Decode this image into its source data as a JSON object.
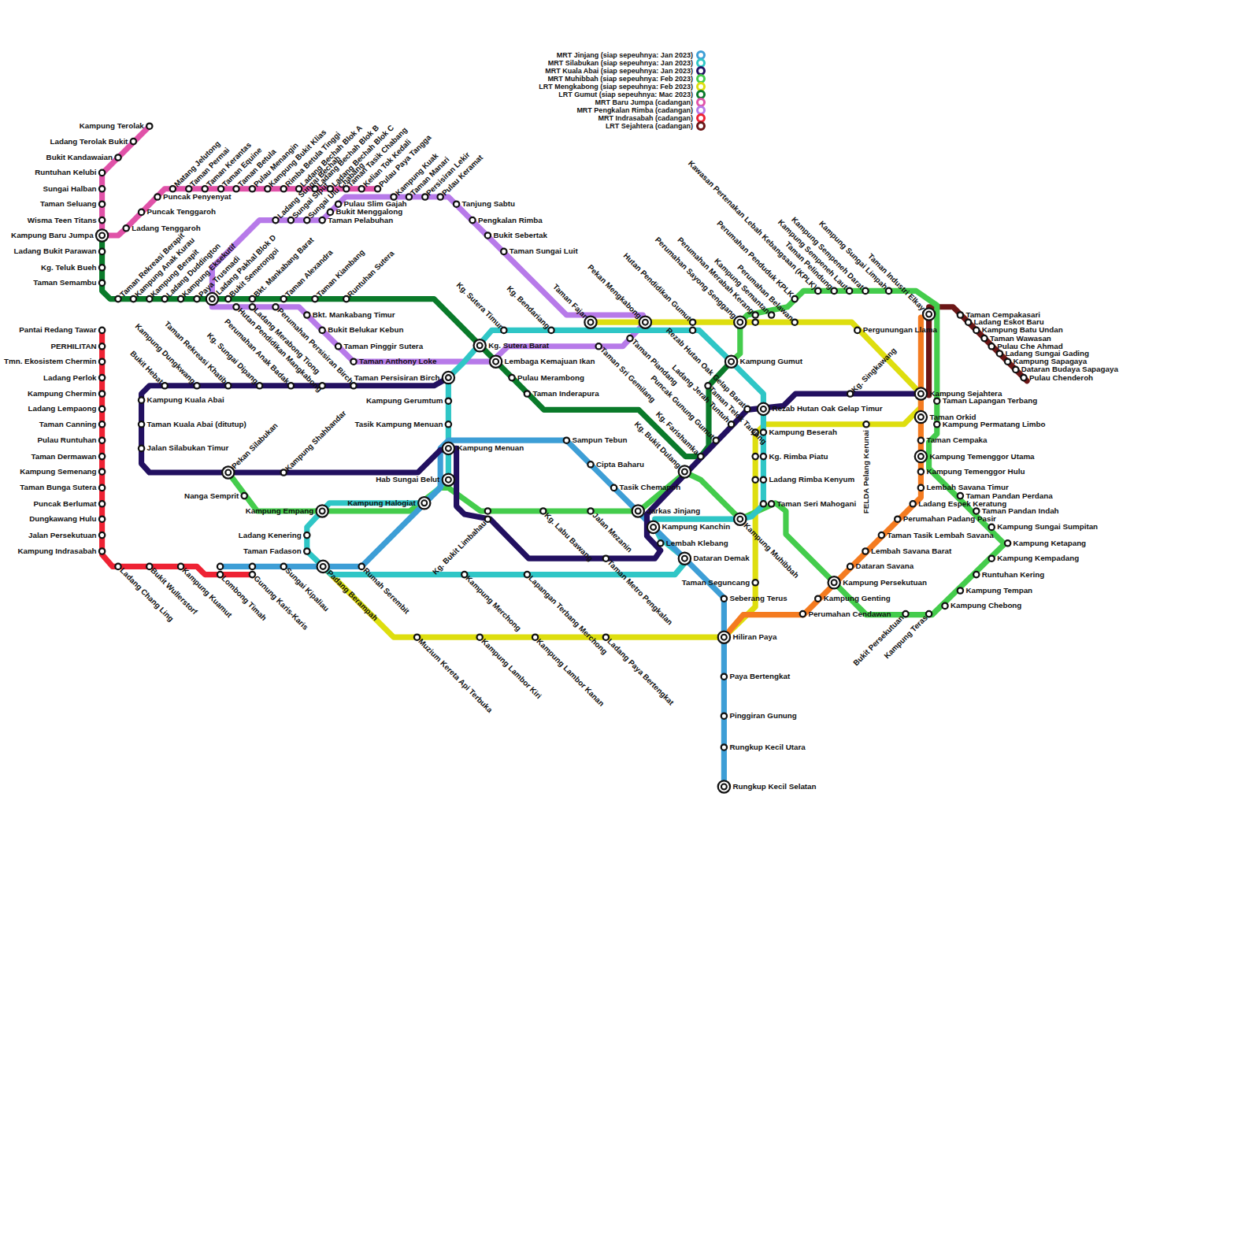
{
  "diagram": {
    "labels": [
      "Kampung Terolak",
      "Ladang Terolak Bukit",
      "Bukit Kandawaian",
      "Runtuhan Kelubi",
      "Sungai Halban",
      "Taman Seluang",
      "Wisma Teen Titans",
      "Kampung Baru Jumpa",
      "Ladang Tenggaroh",
      "Puncak Tenggaroh",
      "Puncak Penyenyat",
      "Matang Jelutong",
      "Taman Permai",
      "Taman Kerantas",
      "Taman Equine",
      "Taman Betula",
      "Pulau Menangin",
      "Kampung Bukit Klias",
      "Rimba Betula Tinggi",
      "Ladang Bechah Blok A",
      "Ladang Bechah Blok B",
      "Ladang Bechah Blok C",
      "Taman Tasik Chabang",
      "Kelian Tok Kedali",
      "Pulau Paya Tangga",
      "Ladang Sungai Bechah",
      "Sungai Siput",
      "Sungai Ulu Chabang",
      "Taman Pelabuhan",
      "Bukit Menggalong",
      "Pulau Slim Gajah",
      "Kampung Kuak",
      "Taman Manari",
      "Persisiran Lekir",
      "Pulau Keramat",
      "Tanjung Sabtu",
      "Pengkalan Rimba",
      "Bukit Sebertak",
      "Taman Sungai Luit",
      "Ladang Bukit Parawan",
      "Kg. Teluk Bueh",
      "Taman Semambu",
      "Taman Rekreasi Berapit",
      "Kampung Anak Kurau",
      "Kampung Berapit",
      "Ladang Duddington",
      "Kampung Eksekutif",
      "Paya Trusmadi",
      "Ladang Pakhal Blok D",
      "Bukit Semerongoi",
      "Bkt. Mankabang Barat",
      "Taman Alexandra",
      "Taman Kiambang",
      "Runtuhan Sutera",
      "Hutan Pendidikan Mangkabong",
      "Ladang Merabong Tiong",
      "Perumahan Persisiran Birch",
      "Bkt. Mankabang Timur",
      "Bukit Belukar Kebun",
      "Taman Pinggir Sutera",
      "Taman Anthony Loke",
      "Bukit Hebat",
      "Kampung Dungkwang",
      "Taman Rekreasi Khatib",
      "Kg. Sungai Dipang",
      "Perumahan Anak Badak",
      "Taman Persisiran Birch",
      "Kampung Kuala Abai",
      "Taman Kuala Abai (ditutup)",
      "Jalan Silabukan Timur",
      "Pekan Silabukan",
      "Kampung Shahbandar",
      "Nanga Semprit",
      "Kampung Empang",
      "Kampung Halogiat",
      "Ladang Kenering",
      "Taman Fadason",
      "Kampung Gerumtum",
      "Tasik Kampung Menuan",
      "Kampung Menuan",
      "Hab Sungai Belut",
      "Pantai Redang Tawar",
      "PERHILITAN",
      "Tmn. Ekosistem Chermin",
      "Ladang Perlok",
      "Kampung Chermin",
      "Ladang Lempaong",
      "Taman Canning",
      "Pulau Runtuhan",
      "Taman Dermawan",
      "Kampung Semenang",
      "Taman Bunga Sutera",
      "Puncak Berlumat",
      "Dungkawang Hulu",
      "Jalan Persekutuan",
      "Kampung Indrasabah",
      "Ladang Chang Ling",
      "Bukit Wullerstorf",
      "Kampung Kuamut",
      "Lombong Timah",
      "Gunung Karis-Karis",
      "Sungai Kipaliau",
      "Padang Berampah",
      "Rumah Serembit",
      "Muzium Kereta Api Terbuka",
      "Kampung Lambor Kiri",
      "Kampung Lambor Kanan",
      "Ladang Paya Bertengkat",
      "Hiliran Paya",
      "Kampung Merchong",
      "Lapangan Terbang Merchong",
      "Taman Metro Pengkalan",
      "Kg. Bukit Limbahau",
      "Kg. Labu Bawang",
      "Jalan Mezanin",
      "Jarkas Jinjang",
      "Kampung Kanchin",
      "Lembah Klebang",
      "Dataran Demak",
      "Taman Seguncang",
      "Seberang Terus",
      "Paya Bertengkat",
      "Pinggiran Gunung",
      "Rungkup Kecil Utara",
      "Rungkup Kecil Selatan",
      "Sampun Tebun",
      "Cipta Baharu",
      "Tasik Chemapoh",
      "Kg. Sutera Barat",
      "Kg. Sutera Timur",
      "Lembaga Kemajuan Ikan",
      "Pulau Merambong",
      "Taman Inderapura",
      "Kg. Bendariang",
      "Taman Fajar",
      "Pekan Mengkabong",
      "Taman Sri Gemilang",
      "Taman Piandang",
      "Hutan Pendidikan Gumut",
      "Rezab Hutan Oak Gelap Barat",
      "Taman Telok Tanjung",
      "Ladang Jerah Tuntuh",
      "Puncak Gunung Gumut",
      "Kg. Farishamka",
      "Kg. Bukit Dulang",
      "Perumahan Sayong Senggang",
      "Perumahan Merabah Kerang",
      "Kampung Semantan",
      "Perumahan Belawan",
      "Perumahan Penduduk KPLK",
      "Kawasan Pertenakan Lebah Kebangsaan (KPLK)",
      "Taman Pelindung",
      "Kampung Sempeneh Laut",
      "Kampung Sempeneh Darat",
      "Kampung Sungai Limpah",
      "Taman Industri Elkay",
      "Kampung Gumut",
      "Pergunungan Llama",
      "Kg. Singkawang",
      "Rezab Hutan Oak Gelap Timur",
      "FELDA Pelang Kerunai",
      "Kampung Beserah",
      "Kg. Rimba Piatu",
      "Ladang Rimba Kenyum",
      "Taman Seri Mahogani",
      "Kampung Muhibbah",
      "Taman Cempakasari",
      "Ladang Eskot Baru",
      "Kampung Batu Undan",
      "Taman Wawasan",
      "Pulau Che Ahmad",
      "Ladang Sungai Gading",
      "Kampung Sapagaya",
      "Dataran Budaya Sapagaya",
      "Pulau Chenderoh",
      "Kampung Sejahtera",
      "Taman Lapangan Terbang",
      "Taman Orkid",
      "Kampung Permatang Limbo",
      "Taman Cempaka",
      "Kampung Temenggor Utama",
      "Kampung Temenggor Hulu",
      "Lembah Savana Timur",
      "Taman Pandan Perdana",
      "Ladang Espek Keratung",
      "Taman Pandan Indah",
      "Perumahan Padang Pasir",
      "Kampung Sungai Sumpitan",
      "Taman Tasik Lembah Savana",
      "Kampung Ketapang",
      "Lembah Savana Barat",
      "Kampung Kempadang",
      "Dataran Savana",
      "Runtuhan Kering",
      "Kampung Persekutuan",
      "Kampung Tempan",
      "Kampung Genting",
      "Kampung Chebong",
      "Perumahan Cendawan",
      "Bukit Persekutuan",
      "Kampung Teras"
    ],
    "legend": [
      {
        "text": "MRT Jinjang (siap sepeuhnya: Jan 2023)",
        "color": "#3d9ed6"
      },
      {
        "text": "MRT Silabukan (siap sepeuhnya: Jan 2023)",
        "color": "#2fc6c6"
      },
      {
        "text": "MRT Kuala Abai (siap sepeuhnya: Jan 2023)",
        "color": "#221060"
      },
      {
        "text": "MRT Muhibbah (siap sepeuhnya: Feb 2023)",
        "color": "#44cc4c"
      },
      {
        "text": "LRT Mengkabong (siap sepeuhnya: Feb 2023)",
        "color": "#dede0f"
      },
      {
        "text": "LRT Gumut (siap sepeuhnya: Mac 2023)",
        "color": "#0a7a2a"
      },
      {
        "text": "MRT Baru Jumpa (cadangan)",
        "color": "#e052a8"
      },
      {
        "text": "MRT Pengkalan Rimba (cadangan)",
        "color": "#b77ae9"
      },
      {
        "text": "MRT Indrasabah (cadangan)",
        "color": "#ee2233"
      },
      {
        "text": "LRT Sejahtera (cadangan)",
        "color": "#6b1616"
      }
    ]
  }
}
